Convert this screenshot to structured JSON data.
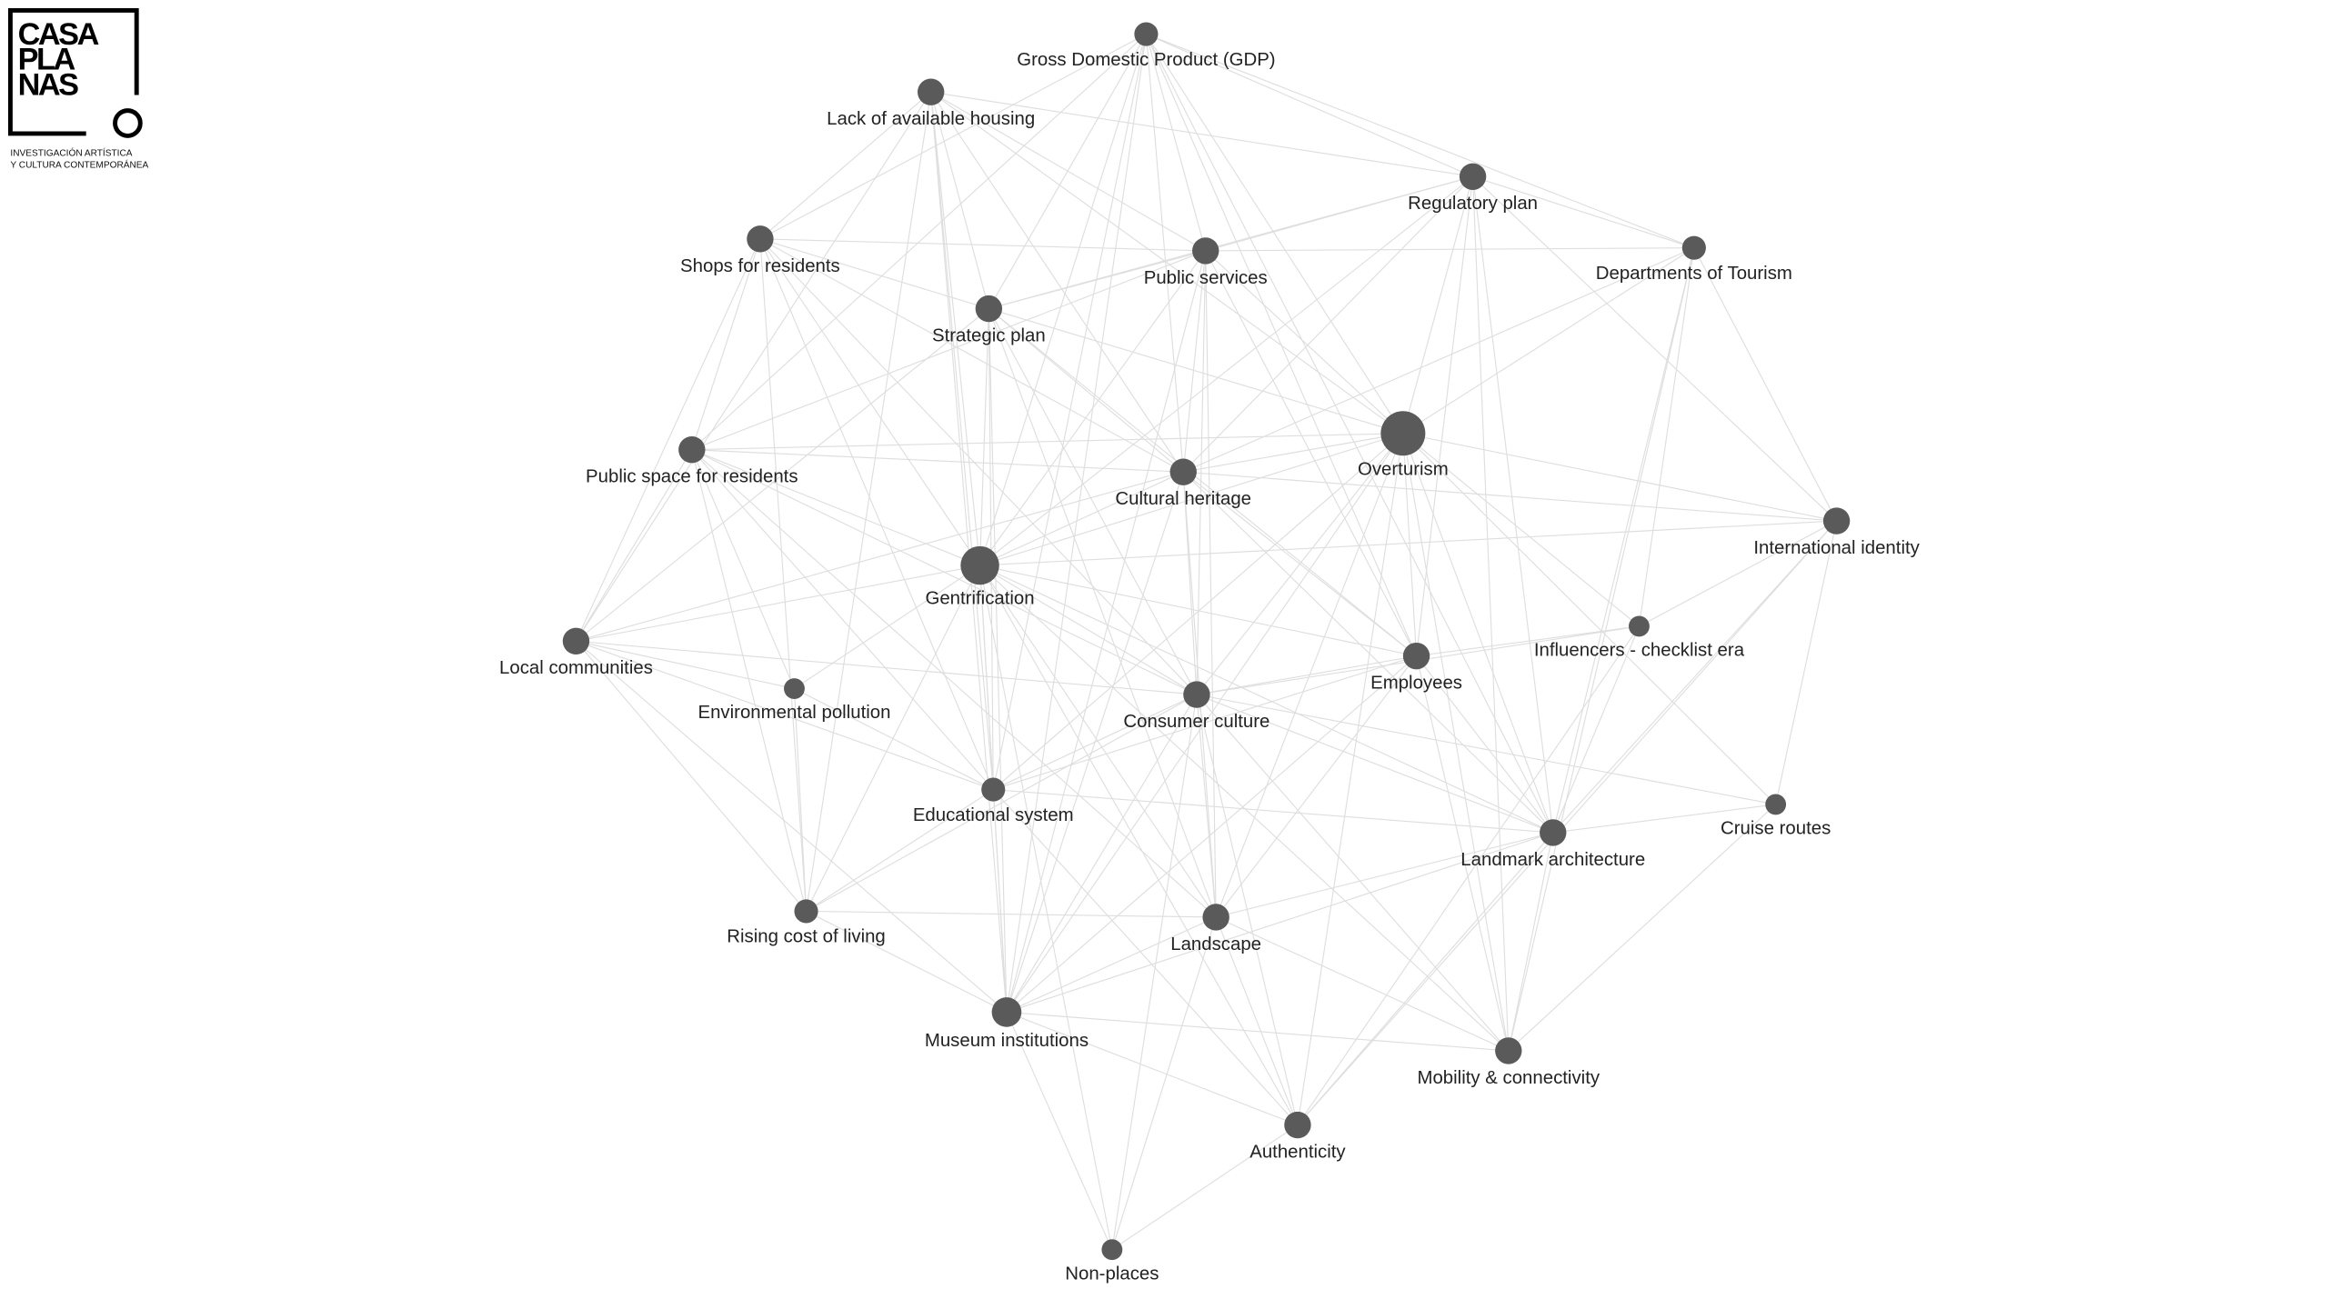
{
  "logo": {
    "lines": [
      "CASA",
      "PLA",
      "NAS"
    ],
    "subtitle": [
      "INVESTIGACIÓN ARTÍSTICA",
      "Y CULTURA CONTEMPORÁNEA"
    ]
  },
  "colors": {
    "node": "#5a5a5a",
    "edge": "#dedede",
    "label": "#222222"
  },
  "nodes": [
    {
      "label": "Gross Domestic Product (GDP)"
    },
    {
      "label": "Lack of available housing"
    },
    {
      "label": "Regulatory plan"
    },
    {
      "label": "Shops for residents"
    },
    {
      "label": "Public services"
    },
    {
      "label": "Departments of Tourism"
    },
    {
      "label": "Strategic plan"
    },
    {
      "label": "Overturism"
    },
    {
      "label": "Public space for residents"
    },
    {
      "label": "Cultural heritage"
    },
    {
      "label": "International identity"
    },
    {
      "label": "Gentrification"
    },
    {
      "label": "Influencers - checklist era"
    },
    {
      "label": "Local communities"
    },
    {
      "label": "Employees"
    },
    {
      "label": "Environmental pollution"
    },
    {
      "label": "Consumer culture"
    },
    {
      "label": "Educational system"
    },
    {
      "label": "Cruise routes"
    },
    {
      "label": "Landmark architecture"
    },
    {
      "label": "Rising cost of living"
    },
    {
      "label": "Landscape"
    },
    {
      "label": "Museum institutions"
    },
    {
      "label": "Mobility & connectivity"
    },
    {
      "label": "Authenticity"
    },
    {
      "label": "Non-places"
    }
  ],
  "edges": [
    [
      0,
      2
    ],
    [
      0,
      4
    ],
    [
      0,
      6
    ],
    [
      0,
      7
    ],
    [
      0,
      9
    ],
    [
      0,
      11
    ],
    [
      0,
      14
    ],
    [
      0,
      17
    ],
    [
      0,
      19
    ],
    [
      0,
      22
    ],
    [
      0,
      3
    ],
    [
      0,
      5
    ],
    [
      0,
      8
    ],
    [
      1,
      3
    ],
    [
      1,
      6
    ],
    [
      1,
      11
    ],
    [
      1,
      13
    ],
    [
      1,
      17
    ],
    [
      1,
      20
    ],
    [
      1,
      22
    ],
    [
      1,
      7
    ],
    [
      1,
      9
    ],
    [
      1,
      4
    ],
    [
      1,
      2
    ],
    [
      2,
      4
    ],
    [
      2,
      7
    ],
    [
      2,
      9
    ],
    [
      2,
      11
    ],
    [
      2,
      14
    ],
    [
      2,
      19
    ],
    [
      2,
      23
    ],
    [
      2,
      5
    ],
    [
      2,
      10
    ],
    [
      2,
      6
    ],
    [
      3,
      4
    ],
    [
      3,
      6
    ],
    [
      3,
      8
    ],
    [
      3,
      11
    ],
    [
      3,
      13
    ],
    [
      3,
      16
    ],
    [
      3,
      17
    ],
    [
      3,
      20
    ],
    [
      3,
      9
    ],
    [
      4,
      6
    ],
    [
      4,
      7
    ],
    [
      4,
      9
    ],
    [
      4,
      11
    ],
    [
      4,
      14
    ],
    [
      4,
      16
    ],
    [
      4,
      21
    ],
    [
      4,
      22
    ],
    [
      4,
      5
    ],
    [
      4,
      8
    ],
    [
      5,
      7
    ],
    [
      5,
      10
    ],
    [
      5,
      19
    ],
    [
      5,
      23
    ],
    [
      5,
      9
    ],
    [
      5,
      12
    ],
    [
      6,
      7
    ],
    [
      6,
      9
    ],
    [
      6,
      11
    ],
    [
      6,
      13
    ],
    [
      6,
      16
    ],
    [
      6,
      17
    ],
    [
      6,
      21
    ],
    [
      6,
      22
    ],
    [
      6,
      14
    ],
    [
      7,
      8
    ],
    [
      7,
      9
    ],
    [
      7,
      10
    ],
    [
      7,
      11
    ],
    [
      7,
      12
    ],
    [
      7,
      14
    ],
    [
      7,
      16
    ],
    [
      7,
      17
    ],
    [
      7,
      19
    ],
    [
      7,
      21
    ],
    [
      7,
      22
    ],
    [
      7,
      23
    ],
    [
      7,
      24
    ],
    [
      7,
      18
    ],
    [
      8,
      11
    ],
    [
      8,
      13
    ],
    [
      8,
      15
    ],
    [
      8,
      16
    ],
    [
      8,
      17
    ],
    [
      8,
      20
    ],
    [
      8,
      21
    ],
    [
      8,
      9
    ],
    [
      9,
      11
    ],
    [
      9,
      13
    ],
    [
      9,
      14
    ],
    [
      9,
      16
    ],
    [
      9,
      19
    ],
    [
      9,
      21
    ],
    [
      9,
      22
    ],
    [
      9,
      10
    ],
    [
      10,
      12
    ],
    [
      10,
      18
    ],
    [
      10,
      19
    ],
    [
      10,
      24
    ],
    [
      10,
      11
    ],
    [
      11,
      13
    ],
    [
      11,
      14
    ],
    [
      11,
      15
    ],
    [
      11,
      16
    ],
    [
      11,
      17
    ],
    [
      11,
      19
    ],
    [
      11,
      20
    ],
    [
      11,
      21
    ],
    [
      11,
      22
    ],
    [
      11,
      23
    ],
    [
      11,
      24
    ],
    [
      11,
      25
    ],
    [
      12,
      14
    ],
    [
      12,
      16
    ],
    [
      12,
      19
    ],
    [
      12,
      24
    ],
    [
      13,
      15
    ],
    [
      13,
      17
    ],
    [
      13,
      20
    ],
    [
      13,
      22
    ],
    [
      13,
      16
    ],
    [
      14,
      16
    ],
    [
      14,
      19
    ],
    [
      14,
      21
    ],
    [
      14,
      22
    ],
    [
      14,
      23
    ],
    [
      14,
      17
    ],
    [
      15,
      17
    ],
    [
      15,
      20
    ],
    [
      16,
      17
    ],
    [
      16,
      19
    ],
    [
      16,
      20
    ],
    [
      16,
      21
    ],
    [
      16,
      22
    ],
    [
      16,
      23
    ],
    [
      16,
      24
    ],
    [
      16,
      25
    ],
    [
      17,
      19
    ],
    [
      17,
      20
    ],
    [
      17,
      22
    ],
    [
      17,
      24
    ],
    [
      18,
      19
    ],
    [
      18,
      23
    ],
    [
      18,
      16
    ],
    [
      19,
      21
    ],
    [
      19,
      22
    ],
    [
      19,
      24
    ],
    [
      19,
      23
    ],
    [
      20,
      22
    ],
    [
      20,
      21
    ],
    [
      21,
      22
    ],
    [
      21,
      23
    ],
    [
      21,
      24
    ],
    [
      21,
      25
    ],
    [
      22,
      24
    ],
    [
      22,
      25
    ],
    [
      22,
      23
    ],
    [
      24,
      25
    ]
  ]
}
